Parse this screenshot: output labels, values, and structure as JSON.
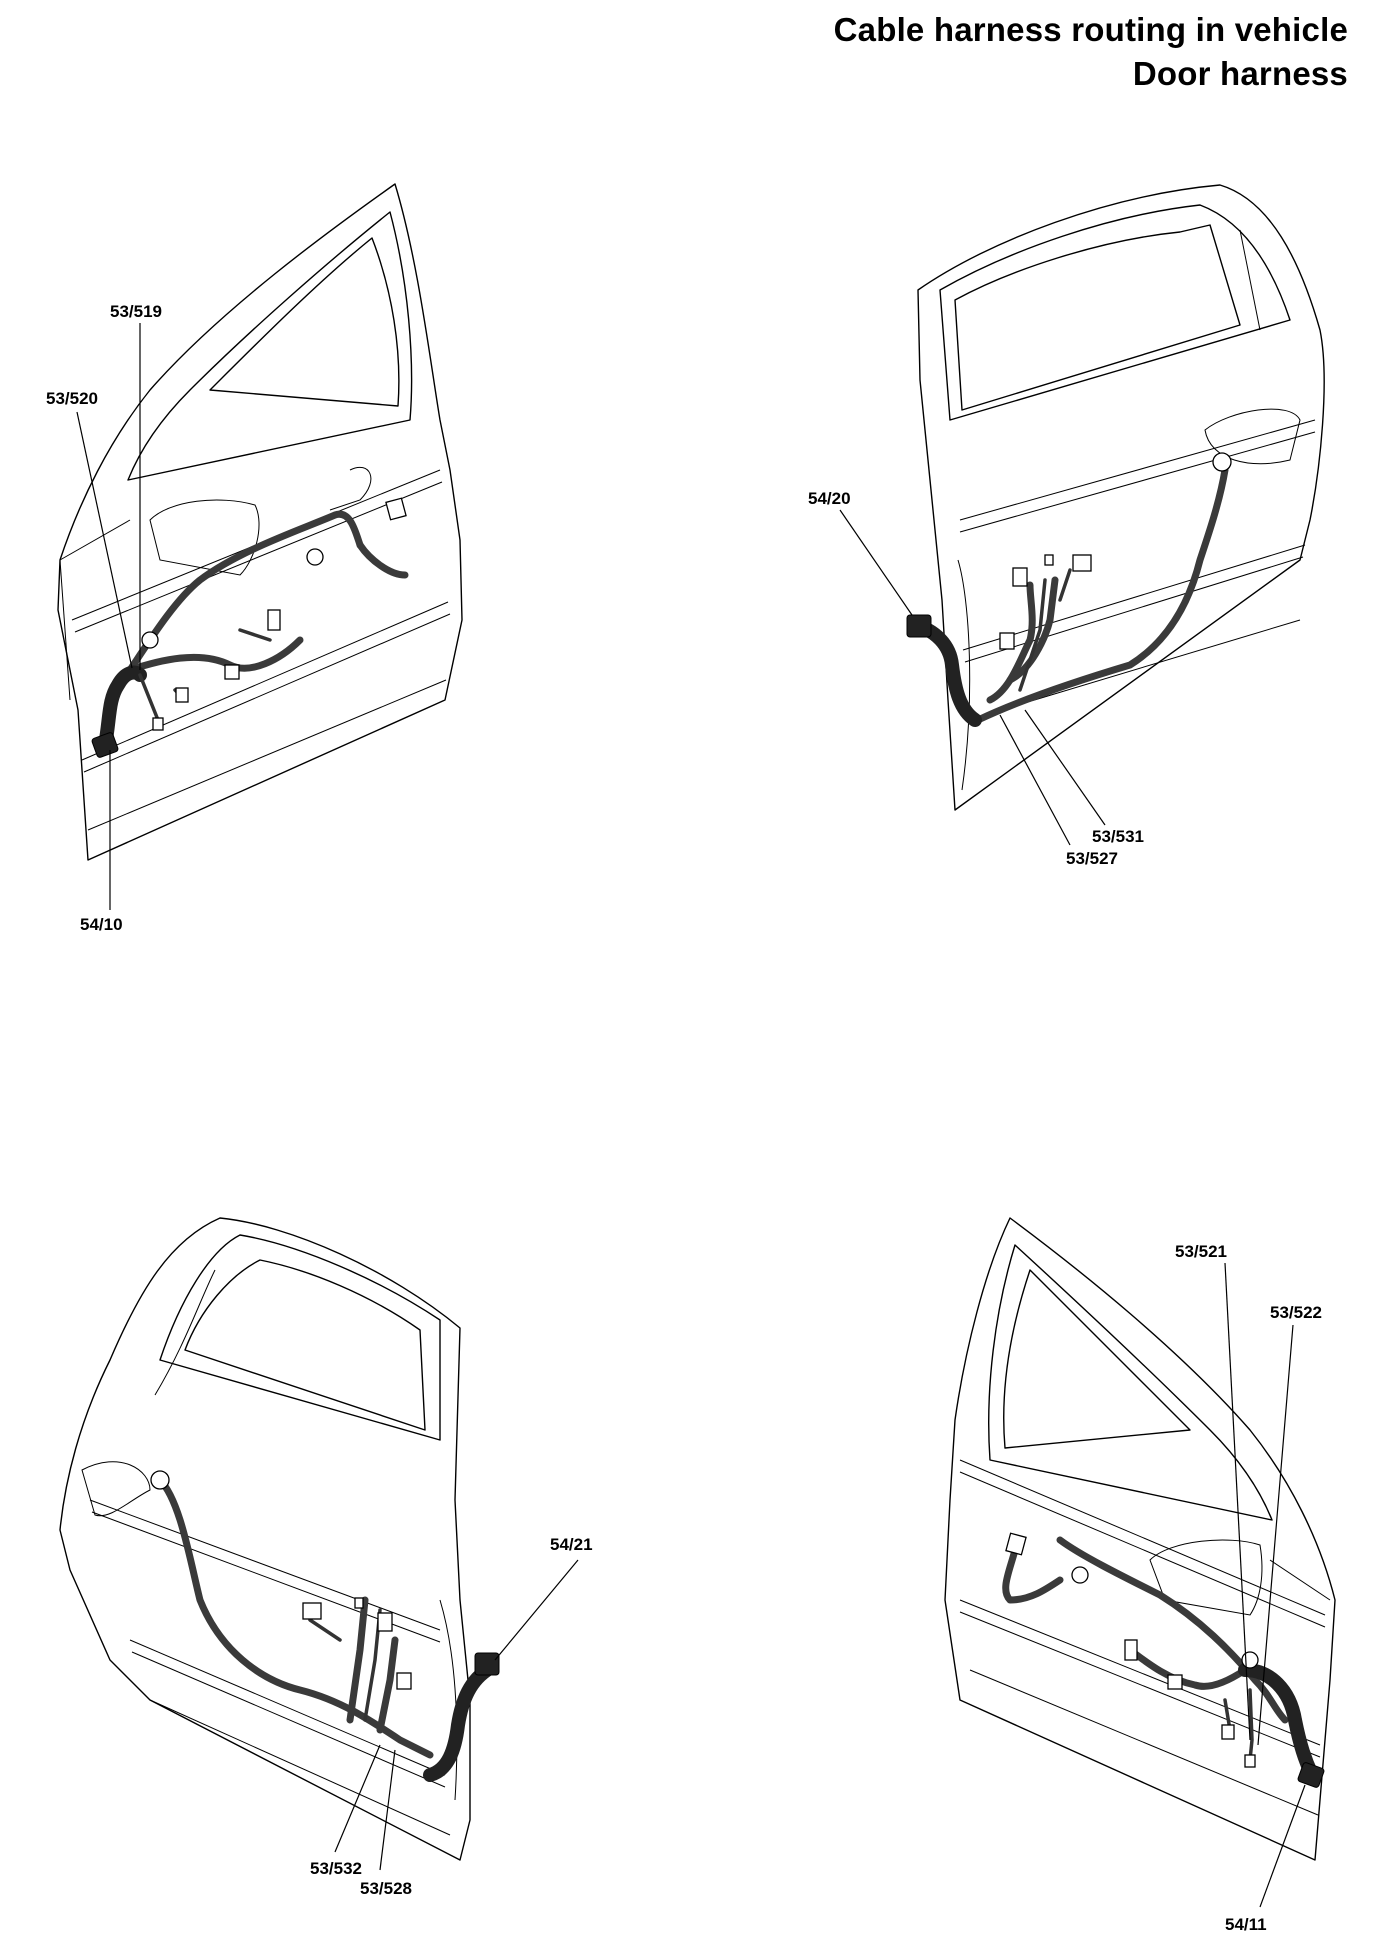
{
  "header": {
    "line1": "Cable harness routing in vehicle",
    "line2": "Door harness"
  },
  "labels": {
    "front_left": [
      "53/519",
      "53/520",
      "54/10"
    ],
    "rear_left": [
      "54/20",
      "53/531",
      "53/527"
    ],
    "rear_right": [
      "54/21",
      "53/532",
      "53/528"
    ],
    "front_right": [
      "53/521",
      "53/522",
      "54/11"
    ]
  }
}
